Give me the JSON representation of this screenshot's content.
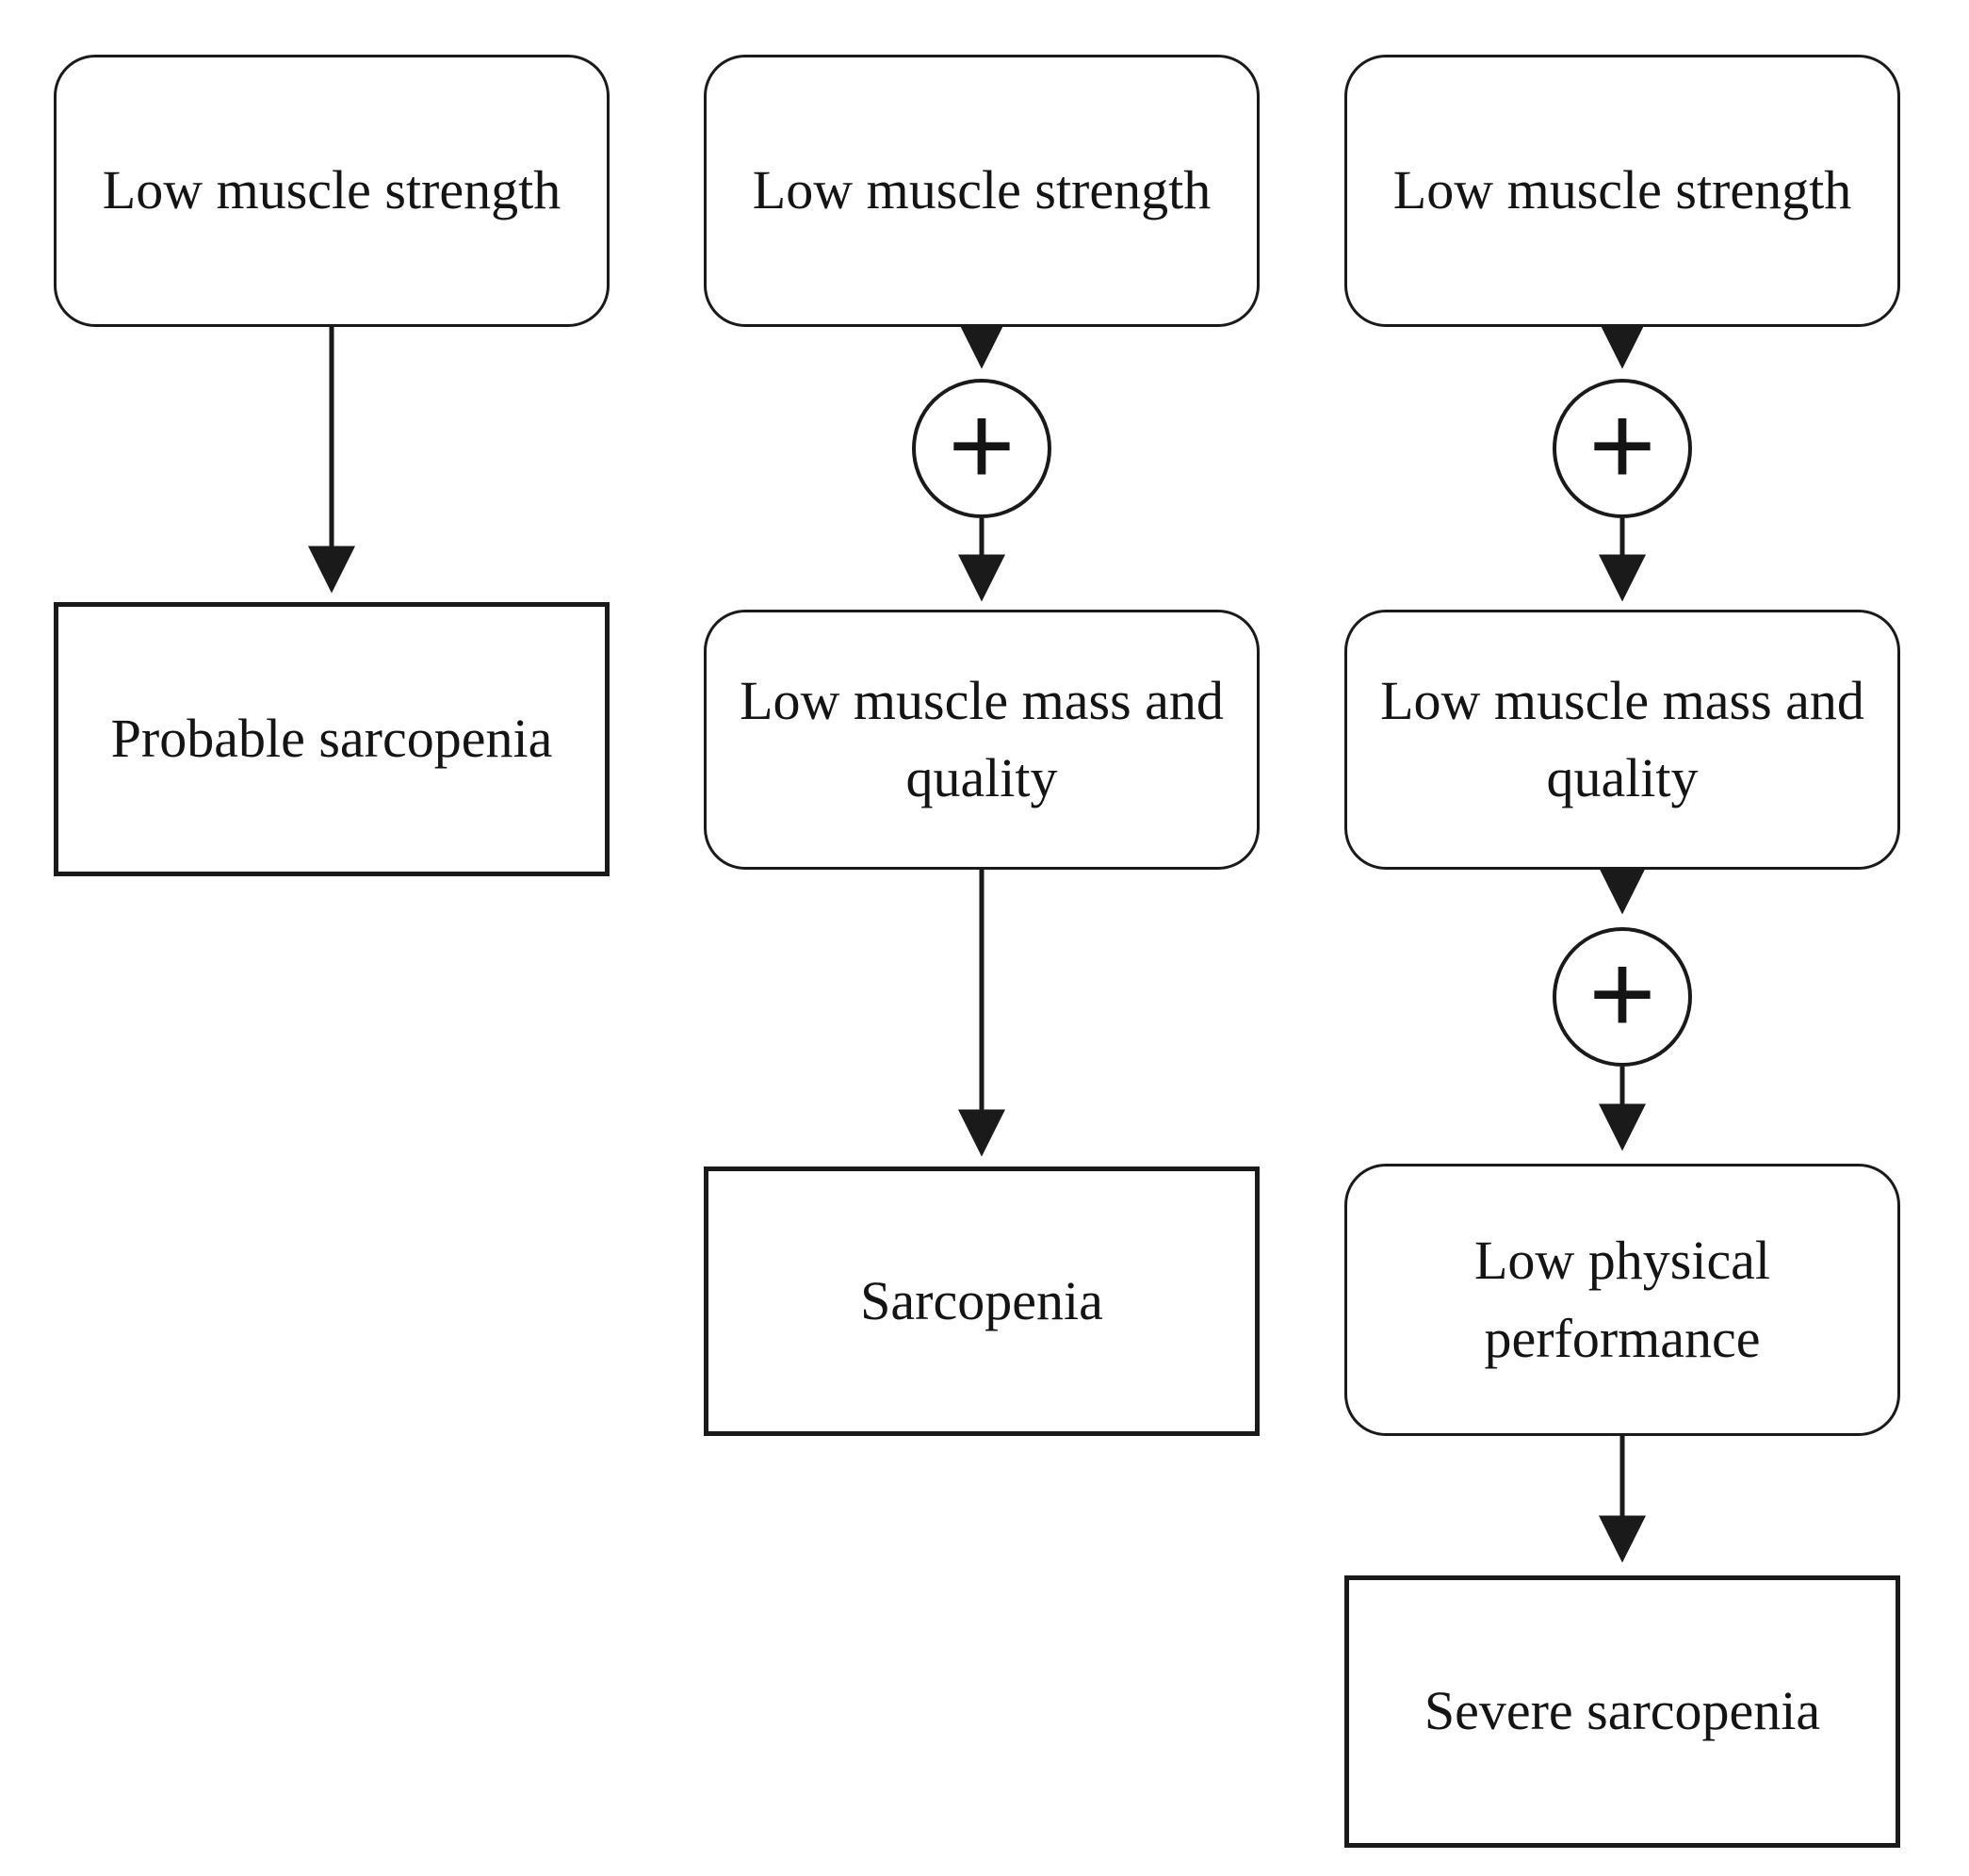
{
  "diagram": {
    "plus_symbol": "+",
    "colors": {
      "background": "#ffffff",
      "line": "#1a1a1a",
      "text": "#141414"
    },
    "columns": [
      {
        "id": "pathway-probable-sarcopenia",
        "nodes": [
          "Low muscle strength",
          "Probable sarcopenia"
        ]
      },
      {
        "id": "pathway-sarcopenia",
        "nodes": [
          "Low muscle strength",
          "Low muscle mass and\nquality",
          "Sarcopenia"
        ]
      },
      {
        "id": "pathway-severe-sarcopenia",
        "nodes": [
          "Low muscle strength",
          "Low muscle mass and\nquality",
          "Low physical\nperformance",
          "Severe sarcopenia"
        ]
      }
    ],
    "edges": [
      {
        "column": 1,
        "from": "Low muscle strength",
        "to": "Probable sarcopenia",
        "junction": ""
      },
      {
        "column": 2,
        "from": "Low muscle strength",
        "to": "Low muscle mass and quality",
        "junction": "+"
      },
      {
        "column": 2,
        "from": "Low muscle mass and quality",
        "to": "Sarcopenia",
        "junction": ""
      },
      {
        "column": 3,
        "from": "Low muscle strength",
        "to": "Low muscle mass and quality",
        "junction": "+"
      },
      {
        "column": 3,
        "from": "Low muscle mass and quality",
        "to": "Low physical performance",
        "junction": "+"
      },
      {
        "column": 3,
        "from": "Low physical performance",
        "to": "Severe sarcopenia",
        "junction": ""
      }
    ]
  }
}
